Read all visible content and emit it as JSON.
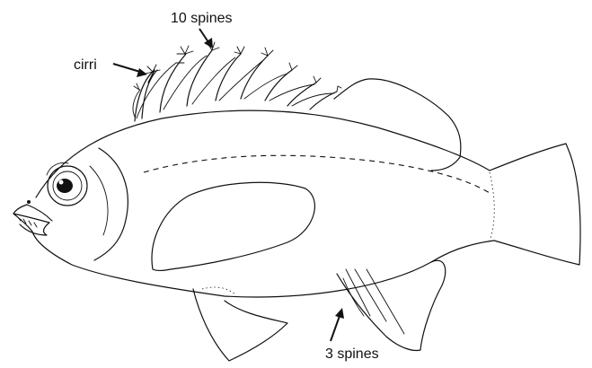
{
  "labels": {
    "cirri": "cirri",
    "dorsal_spines": "10 spines",
    "anal_spines": "3 spines"
  },
  "colors": {
    "ink": "#111111",
    "background": "#ffffff"
  }
}
